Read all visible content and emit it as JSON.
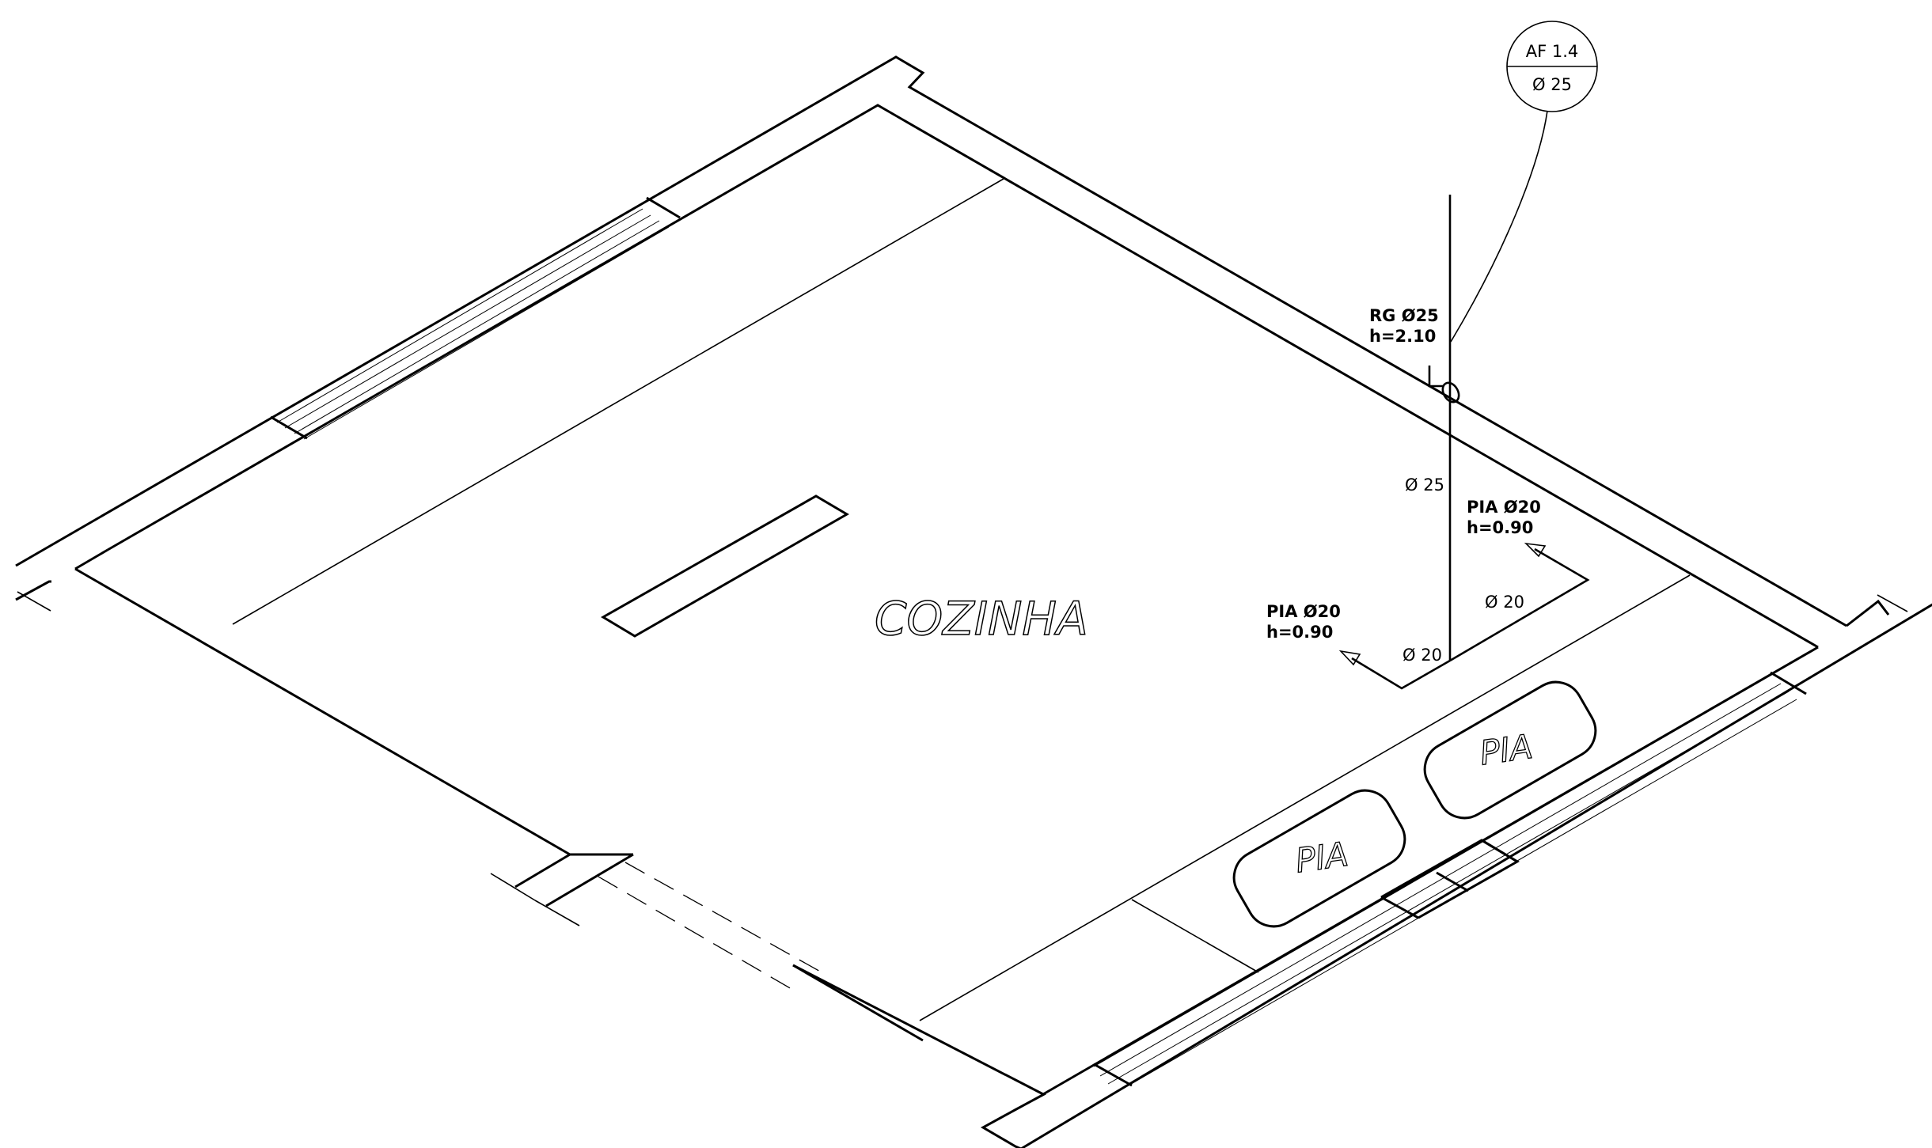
{
  "room": {
    "name": "COZINHA"
  },
  "fixtures": [
    {
      "label": "PIA"
    },
    {
      "label": "PIA"
    }
  ],
  "bubble": {
    "top": "AF 1.4",
    "bottom": "Ø 25"
  },
  "valve": {
    "line1": "RG Ø25",
    "line2": "h=2.10"
  },
  "pia_right": {
    "line1": "PIA Ø20",
    "line2": "h=0.90"
  },
  "pia_left": {
    "line1": "PIA Ø20",
    "line2": "h=0.90"
  },
  "diameters": {
    "riser": "Ø 25",
    "branch_right": "Ø 20",
    "branch_left": "Ø 20"
  }
}
